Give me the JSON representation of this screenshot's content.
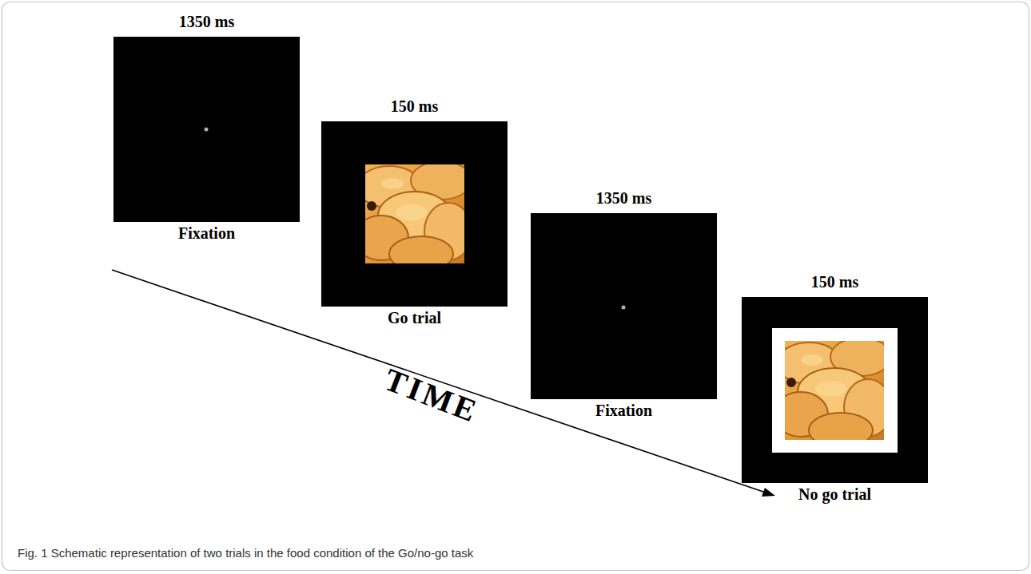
{
  "diagram": {
    "caption": "Fig. 1 Schematic representation of two trials in the food condition of the Go/no-go task",
    "nodes": [
      {
        "text": [
          "1350 ms",
          "Fixation"
        ]
      },
      {
        "text": [
          "150 ms",
          "Go trial"
        ]
      },
      {
        "text": [
          "1350 ms",
          "Fixation"
        ]
      },
      {
        "text": [
          "150 ms",
          "No go trial"
        ]
      }
    ],
    "labels": [
      "TIME"
    ]
  }
}
